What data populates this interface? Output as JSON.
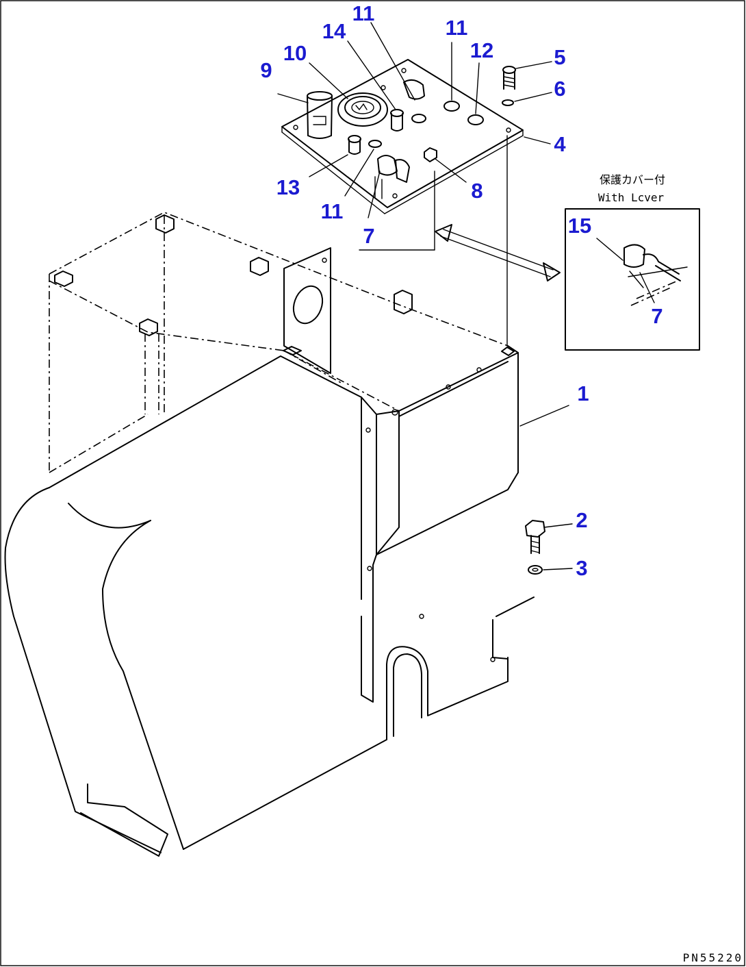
{
  "callouts": {
    "c1": "1",
    "c2": "2",
    "c3": "3",
    "c4": "4",
    "c5": "5",
    "c6": "6",
    "c7a": "7",
    "c7b": "7",
    "c8": "8",
    "c9": "9",
    "c10": "10",
    "c11a": "11",
    "c11b": "11",
    "c11c": "11",
    "c12": "12",
    "c13": "13",
    "c14": "14",
    "c15": "15"
  },
  "detail_box": {
    "title_jp": "保護カバー付",
    "title_en": "With Lcver"
  },
  "drawing_number": "PN55220",
  "colors": {
    "callout": "#1b1bd0",
    "line": "#000000"
  }
}
